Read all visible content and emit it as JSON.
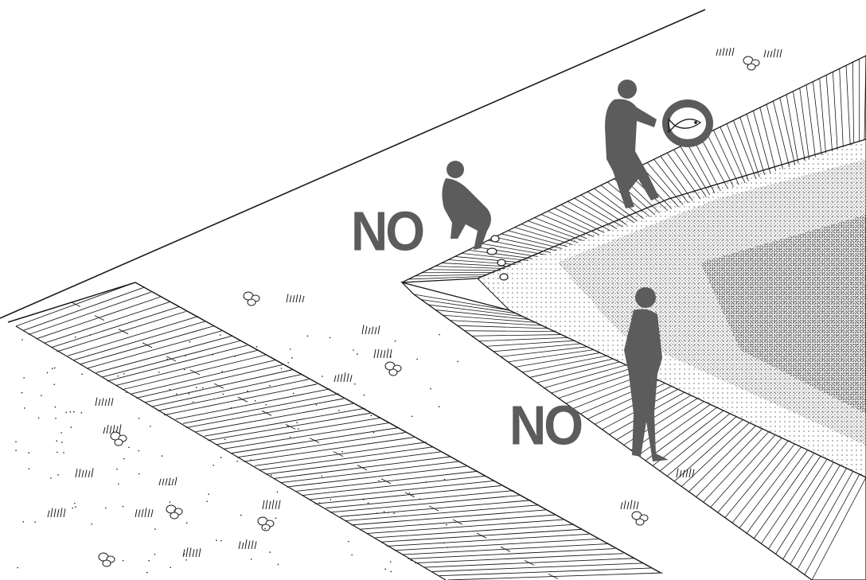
{
  "labels": {
    "no_top": "NO",
    "no_bottom": "NO"
  },
  "colors": {
    "ink": "#1a1a1a",
    "silhouette": "#5c5c5c",
    "label": "#5c5c5c",
    "paper": "#ffffff"
  },
  "scene": {
    "regions": [
      "upper-bank",
      "left-embankment",
      "ground-plain",
      "canal-slope",
      "canal-bed"
    ],
    "figures": [
      "crouching-person",
      "person-carrying-fish-basket",
      "standing-person"
    ],
    "icons": [
      "fish-icon",
      "basket-icon",
      "pebbles-icon",
      "grass-tuft-icon"
    ]
  }
}
